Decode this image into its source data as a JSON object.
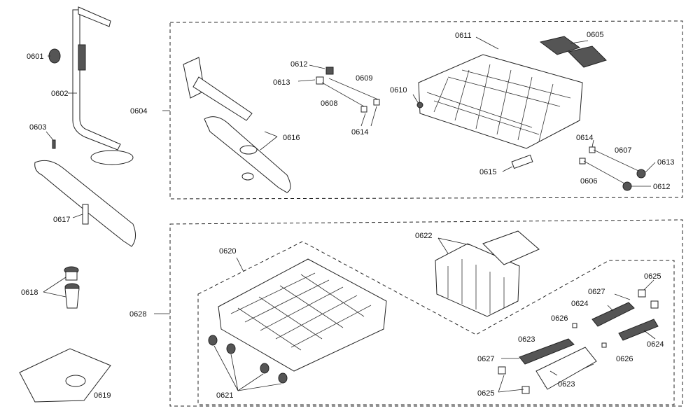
{
  "parts": {
    "p0601": "0601",
    "p0602": "0602",
    "p0603": "0603",
    "p0604": "0604",
    "p0605": "0605",
    "p0606": "0606",
    "p0607": "0607",
    "p0608": "0608",
    "p0609": "0609",
    "p0610": "0610",
    "p0611": "0611",
    "p0612": "0612",
    "p0613": "0613",
    "p0614": "0614",
    "p0615": "0615",
    "p0616": "0616",
    "p0617": "0617",
    "p0618": "0618",
    "p0619": "0619",
    "p0620": "0620",
    "p0621": "0621",
    "p0622": "0622",
    "p0623": "0623",
    "p0624": "0624",
    "p0625": "0625",
    "p0626": "0626",
    "p0627": "0627",
    "p0628": "0628"
  }
}
